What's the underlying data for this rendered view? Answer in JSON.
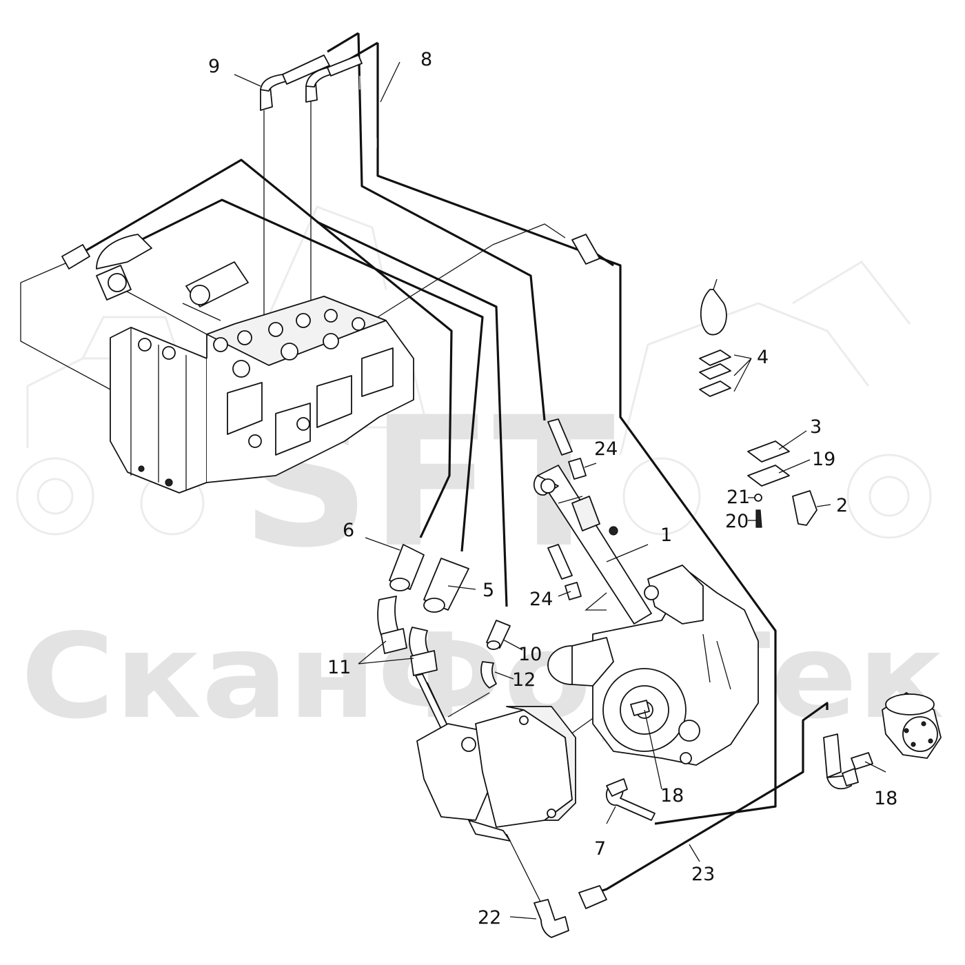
{
  "watermark": {
    "logo": "SFT",
    "brand": "СканФорТек"
  },
  "callouts": [
    {
      "id": "c1",
      "text": "1"
    },
    {
      "id": "c2",
      "text": "2"
    },
    {
      "id": "c3",
      "text": "3"
    },
    {
      "id": "c4",
      "text": "4"
    },
    {
      "id": "c5",
      "text": "5"
    },
    {
      "id": "c6",
      "text": "6"
    },
    {
      "id": "c7",
      "text": "7"
    },
    {
      "id": "c8",
      "text": "8"
    },
    {
      "id": "c9",
      "text": "9"
    },
    {
      "id": "c10",
      "text": "10"
    },
    {
      "id": "c11",
      "text": "11"
    },
    {
      "id": "c12",
      "text": "12"
    },
    {
      "id": "c18a",
      "text": "18"
    },
    {
      "id": "c18b",
      "text": "18"
    },
    {
      "id": "c19",
      "text": "19"
    },
    {
      "id": "c20",
      "text": "20"
    },
    {
      "id": "c21",
      "text": "21"
    },
    {
      "id": "c22",
      "text": "22"
    },
    {
      "id": "c23",
      "text": "23"
    },
    {
      "id": "c24a",
      "text": "24"
    },
    {
      "id": "c24b",
      "text": "24"
    }
  ],
  "colors": {
    "line": "#111111",
    "watermark": "#e3e3e3",
    "background": "#ffffff"
  }
}
